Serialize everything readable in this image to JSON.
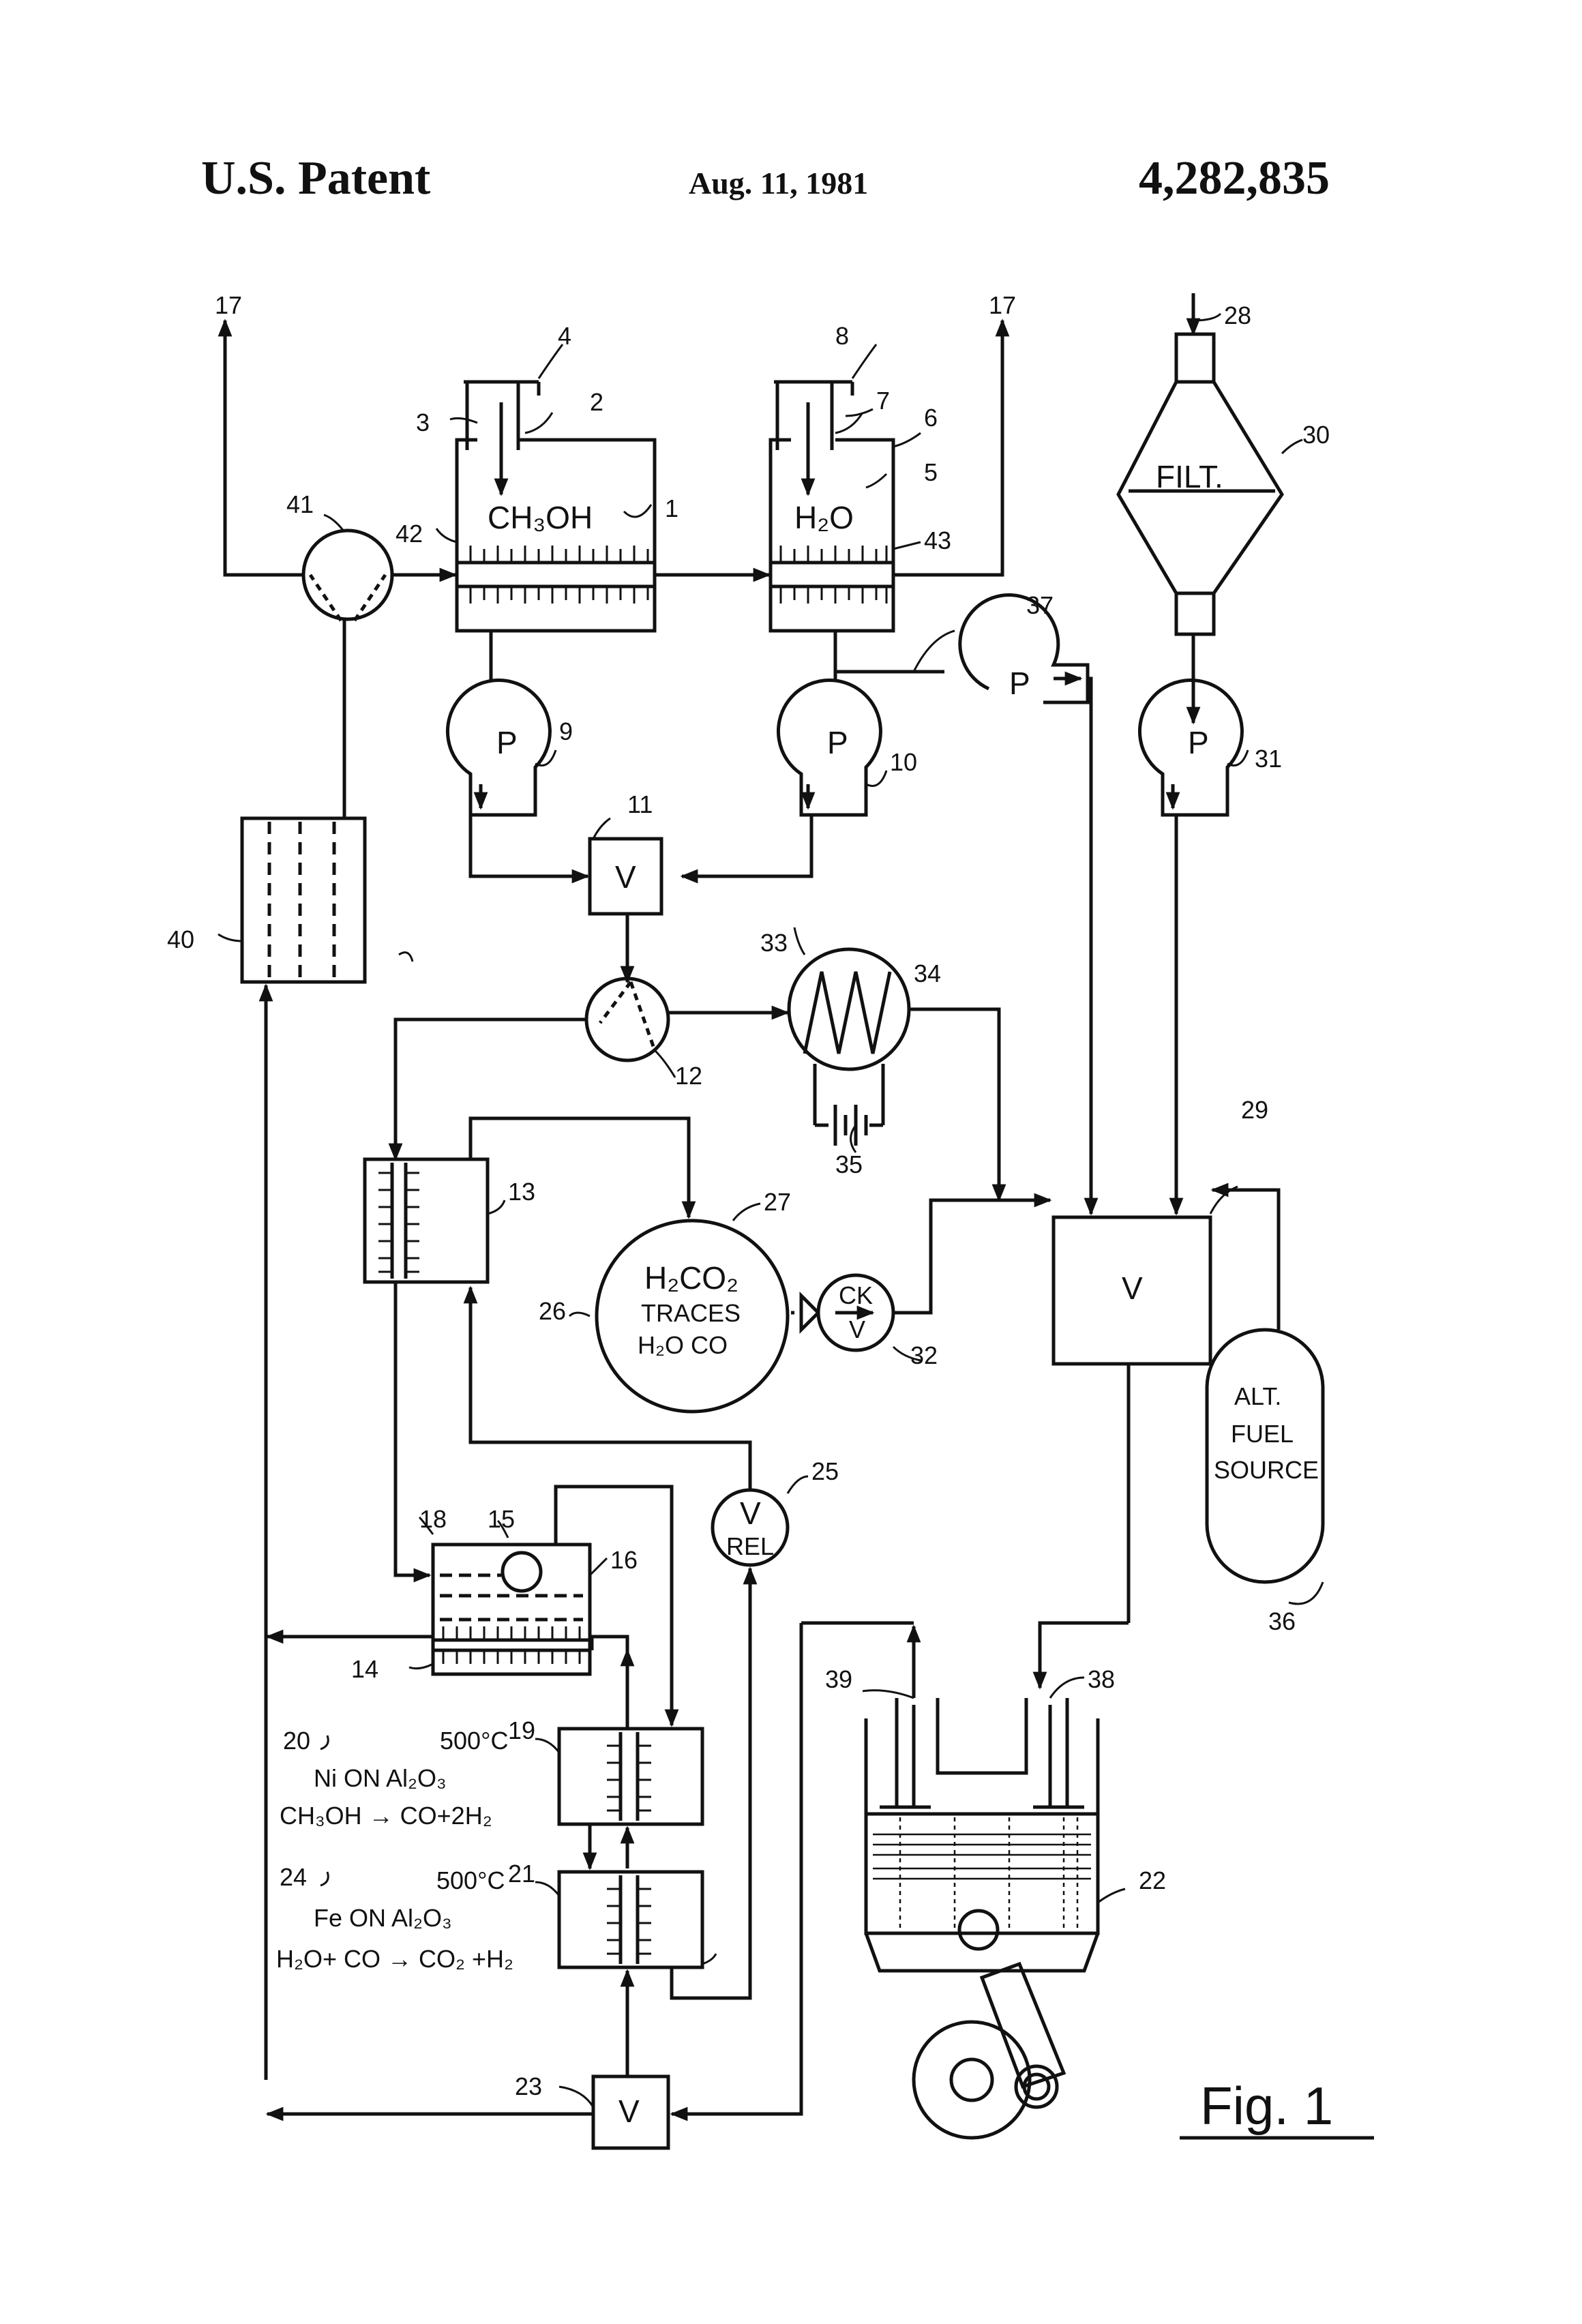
{
  "header": {
    "patent": "U.S. Patent",
    "date": "Aug. 11, 1981",
    "number": "4,282,835"
  },
  "figure_label": "Fig. 1",
  "text": {
    "ch3oh": "CH₃OH",
    "h2o": "H₂O",
    "filt": "FILT.",
    "pump": "P",
    "valve": "V",
    "ckv_top": "CK",
    "ckv_bottom": "V",
    "vrel_top": "V",
    "vrel_bottom": "REL",
    "tank26_line1": "H₂CO₂",
    "tank26_line2": "TRACES",
    "tank26_line3": "H₂O  CO",
    "alt_line1": "ALT.",
    "alt_line2": "FUEL",
    "alt_line3": "SOURCE",
    "r20_temp": "500°C",
    "r20_cat": "Ni ON Al₂O₃",
    "r20_rxn": "CH₃OH → CO+2H₂",
    "r24_temp": "500°C",
    "r24_cat": "Fe ON Al₂O₃",
    "r24_rxn": "H₂O+ CO → CO₂ +H₂"
  },
  "refs": {
    "r1": "1",
    "r2": "2",
    "r3": "3",
    "r4": "4",
    "r5": "5",
    "r6": "6",
    "r7": "7",
    "r8": "8",
    "r9": "9",
    "r10": "10",
    "r11": "11",
    "r12": "12",
    "r13": "13",
    "r14": "14",
    "r15": "15",
    "r16": "16",
    "r17a": "17",
    "r17b": "17",
    "r18": "18",
    "r19": "19",
    "r20": "20",
    "r21": "21",
    "r22": "22",
    "r23": "23",
    "r24": "24",
    "r25": "25",
    "r26": "26",
    "r27": "27",
    "r28": "28",
    "r29": "29",
    "r30": "30",
    "r31": "31",
    "r32": "32",
    "r33": "33",
    "r34": "34",
    "r35": "35",
    "r36": "36",
    "r37": "37",
    "r38": "38",
    "r39": "39",
    "r40": "40",
    "r41": "41",
    "r42": "42",
    "r43": "43"
  },
  "colors": {
    "ink": "#111111",
    "paper": "#ffffff"
  }
}
